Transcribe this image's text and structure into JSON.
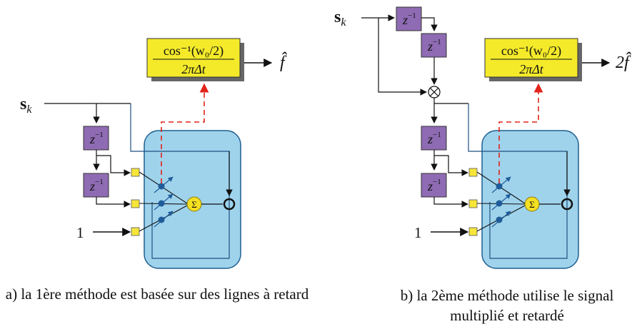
{
  "colors": {
    "neuron_fill": "#9fd3ec",
    "neuron_stroke": "#1f5f8f",
    "delay_fill": "#8e6bb3",
    "formula_fill": "#f4ea2a",
    "weight_square": "#f7e53a",
    "dashed_red": "#e2231a",
    "node_blue": "#1f5c99",
    "sum_fill": "#f4e022"
  },
  "icons": {
    "sum": "sigma-summation",
    "multiply": "circled-times",
    "output": "open-circle-node"
  },
  "diagram_a": {
    "input_label": "s",
    "input_sub": "k",
    "delay_label": "z",
    "delay_exp": "−1",
    "bias_label": "1",
    "formula_num": "cos⁻¹(w₀/2)",
    "formula_den": "2πΔt",
    "output_label": "f̂",
    "caption": "a) la 1ère méthode est basée sur des lignes à retard"
  },
  "diagram_b": {
    "input_label": "s",
    "input_sub": "k",
    "delay_label": "z",
    "delay_exp": "−1",
    "bias_label": "1",
    "formula_num": "cos⁻¹(w₀/2)",
    "formula_den": "2πΔt",
    "output_label": "2f̂",
    "caption_line1": "b) la 2ème méthode utilise le signal",
    "caption_line2": "multiplié et retardé"
  }
}
